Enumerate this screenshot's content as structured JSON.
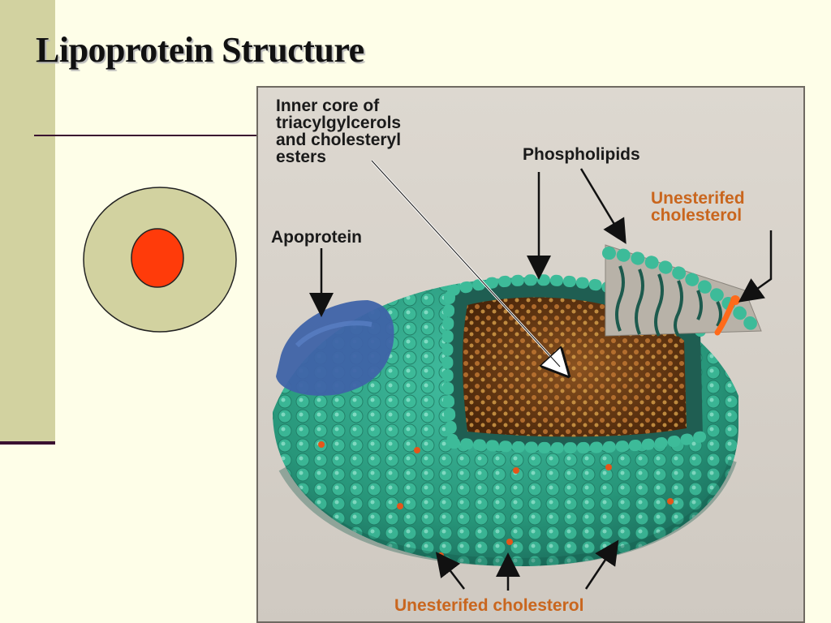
{
  "slide": {
    "title": "Lipoprotein Structure"
  },
  "schematic": {
    "outer_color": "#d2d2a0",
    "core_color": "#ff3b0a"
  },
  "figure": {
    "labels": {
      "inner_core_line1": "Inner core of",
      "inner_core_line2": "triacylgylcerols",
      "inner_core_line3": "and cholesteryl",
      "inner_core_line4": "esters",
      "phospholipids": "Phospholipids",
      "unesterified_line1": "Unesterifed",
      "unesterified_line2": "cholesterol",
      "apoprotein": "Apoprotein",
      "bottom_unesterified": "Unesterifed cholesterol"
    },
    "colors": {
      "shell": "#2fa58a",
      "core": "#6b3a12",
      "apoprotein": "#3f63a8",
      "cholesterol": "#e4561a",
      "label_orange": "#c9661e"
    }
  }
}
